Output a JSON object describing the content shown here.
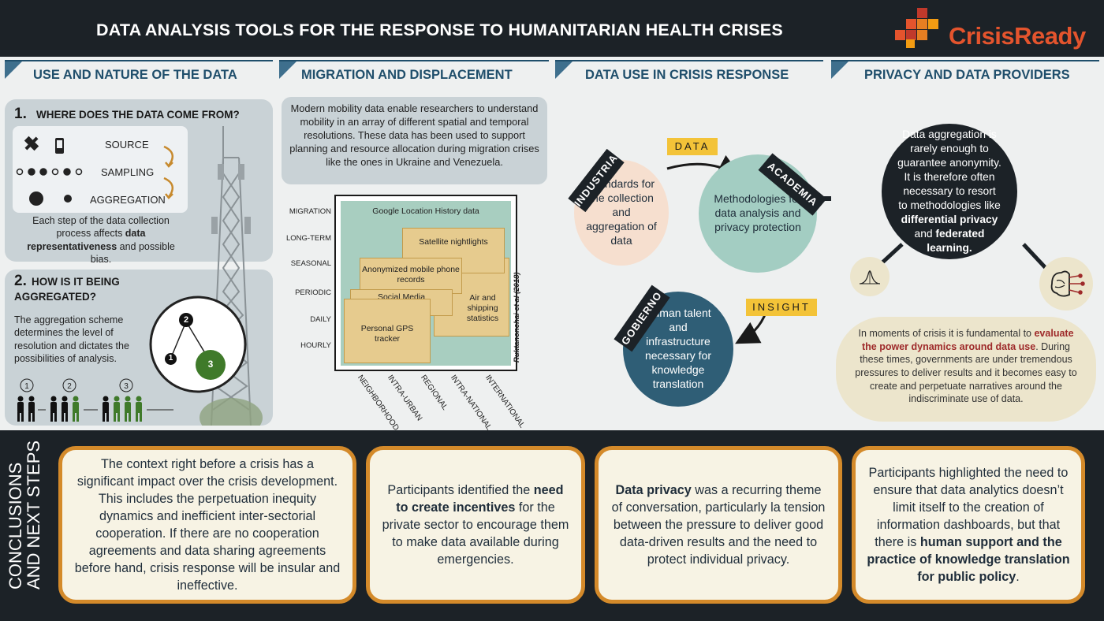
{
  "header": {
    "title": "DATA ANALYSIS TOOLS FOR THE RESPONSE TO HUMANITARIAN HEALTH CRISES",
    "logo_text": "CrisisReady"
  },
  "sections": {
    "use": "USE AND NATURE OF THE DATA",
    "migration": "MIGRATION AND DISPLACEMENT",
    "crisis": "DATA USE IN CRISIS RESPONSE",
    "privacy": "PRIVACY AND DATA PROVIDERS"
  },
  "use": {
    "q1_num": "1.",
    "q1_title": "WHERE DOES THE DATA COME FROM?",
    "source": "SOURCE",
    "sampling": "SAMPLING",
    "aggregation": "AGGREGATION",
    "q1_text_a": "Each step of the data collection process affects ",
    "q1_text_b": "data representativeness",
    "q1_text_c": " and possible bias.",
    "q2_num": "2.",
    "q2_title_a": "HOW IS IT BEING",
    "q2_title_b": "AGGREGATED?",
    "q2_text": "The aggregation scheme determines the level of resolution and dictates the possibilities of analysis.",
    "nodes": [
      "1",
      "2",
      "3"
    ]
  },
  "migration": {
    "intro": "Modern mobility data enable researchers to understand mobility in an array of different spatial and temporal resolutions. These data has been used to support planning and resource allocation during migration crises like the ones in Ukraine and Venezuela.",
    "y_labels": [
      "MIGRATION",
      "LONG-TERM",
      "SEASONAL",
      "PERIODIC",
      "DAILY",
      "HOURLY"
    ],
    "x_labels": [
      "NEIGHBORHOOD",
      "INTRA-URBAN",
      "REGIONAL",
      "INTRA-NATIONAL",
      "INTERNATIONAL"
    ],
    "boxes": {
      "google": "Google Location History data",
      "satellite": "Satellite nightlights",
      "mobile": "Anonymized mobile phone records",
      "air": "Air and shipping statistics",
      "social": "Social Media",
      "gps": "Personal GPS tracker"
    },
    "citation": "Ruktanonchai et al (2018)"
  },
  "crisis": {
    "industry": "INDUSTRIA",
    "academia": "ACADEMIA",
    "gobierno": "GOBIERNO",
    "data_tag": "DATA",
    "insight_tag": "INSIGHT",
    "industry_text": "Standards for the collection and aggregation of data",
    "academia_text": "Methodologies for data analysis and privacy protection",
    "gov_text": "Human talent and infrastructure necessary for knowledge translation"
  },
  "privacy": {
    "dark_a": "Data aggregation is rarely enough to guarantee anonymity. It is therefore often necessary to resort to methodologies like ",
    "dark_b": "differential privacy",
    "dark_c": " and ",
    "dark_d": "federated learning.",
    "note_a": "In moments of crisis it is fundamental to ",
    "note_b": "evaluate the power dynamics around data use",
    "note_c": ". During these times, governments are under tremendous pressures to deliver results and it becomes easy to create and perpetuate narratives around the indiscriminate use of data."
  },
  "conclusions": {
    "label_a": "CONCLUSIONS",
    "label_b": "AND NEXT STEPS",
    "c1": "The context right before a crisis has a significant impact over the crisis development. This includes the perpetuation inequity dynamics and inefficient inter-sectorial cooperation. If there are no cooperation agreements and data sharing agreements before hand, crisis response will be insular and ineffective.",
    "c2_a": "Participants identified the ",
    "c2_b": "need to create incentives",
    "c2_c": " for the private sector to encourage them to make data available during emergencies.",
    "c3_a": "Data privacy",
    "c3_b": " was a recurring theme of conversation, particularly la tension between the pressure to deliver good data-driven results and the need to protect individual privacy.",
    "c4_a": "Participants highlighted the need to ensure that data analytics doesn’t limit itself to the creation of information dashboards, but that there is ",
    "c4_b": "human support and the practice of knowledge translation for public policy",
    "c4_c": "."
  },
  "colors": {
    "dark": "#1c2227",
    "accent": "#d48a2a",
    "orange": "#e4542d",
    "green": "#3f7a2a",
    "yellow": "#f3c338"
  }
}
